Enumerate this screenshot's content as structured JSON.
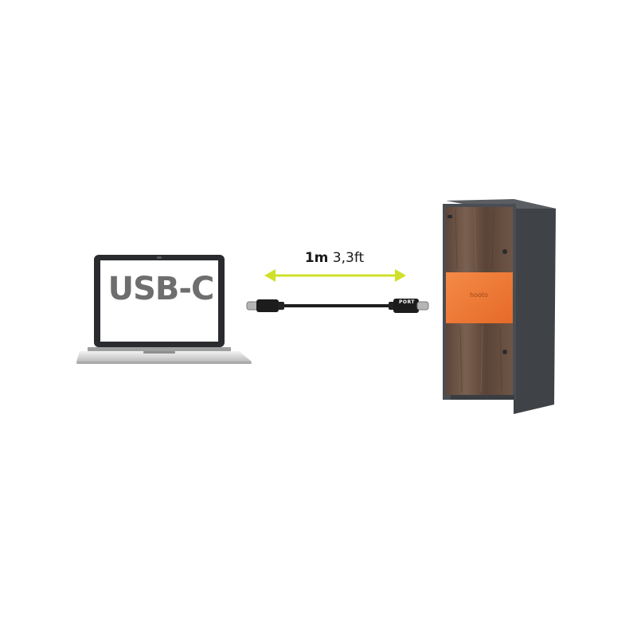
{
  "laptop": {
    "screen_text": "USB-C"
  },
  "cable": {
    "length_metric": "1m",
    "length_imperial": "3,3ft",
    "brand": "PORT",
    "arrow_color": "#cfe02a"
  },
  "locker": {
    "panel_text": "hooto",
    "wood_color": "#6b5244",
    "accent_color": "#f07a35",
    "frame_color": "#4a4d52"
  }
}
